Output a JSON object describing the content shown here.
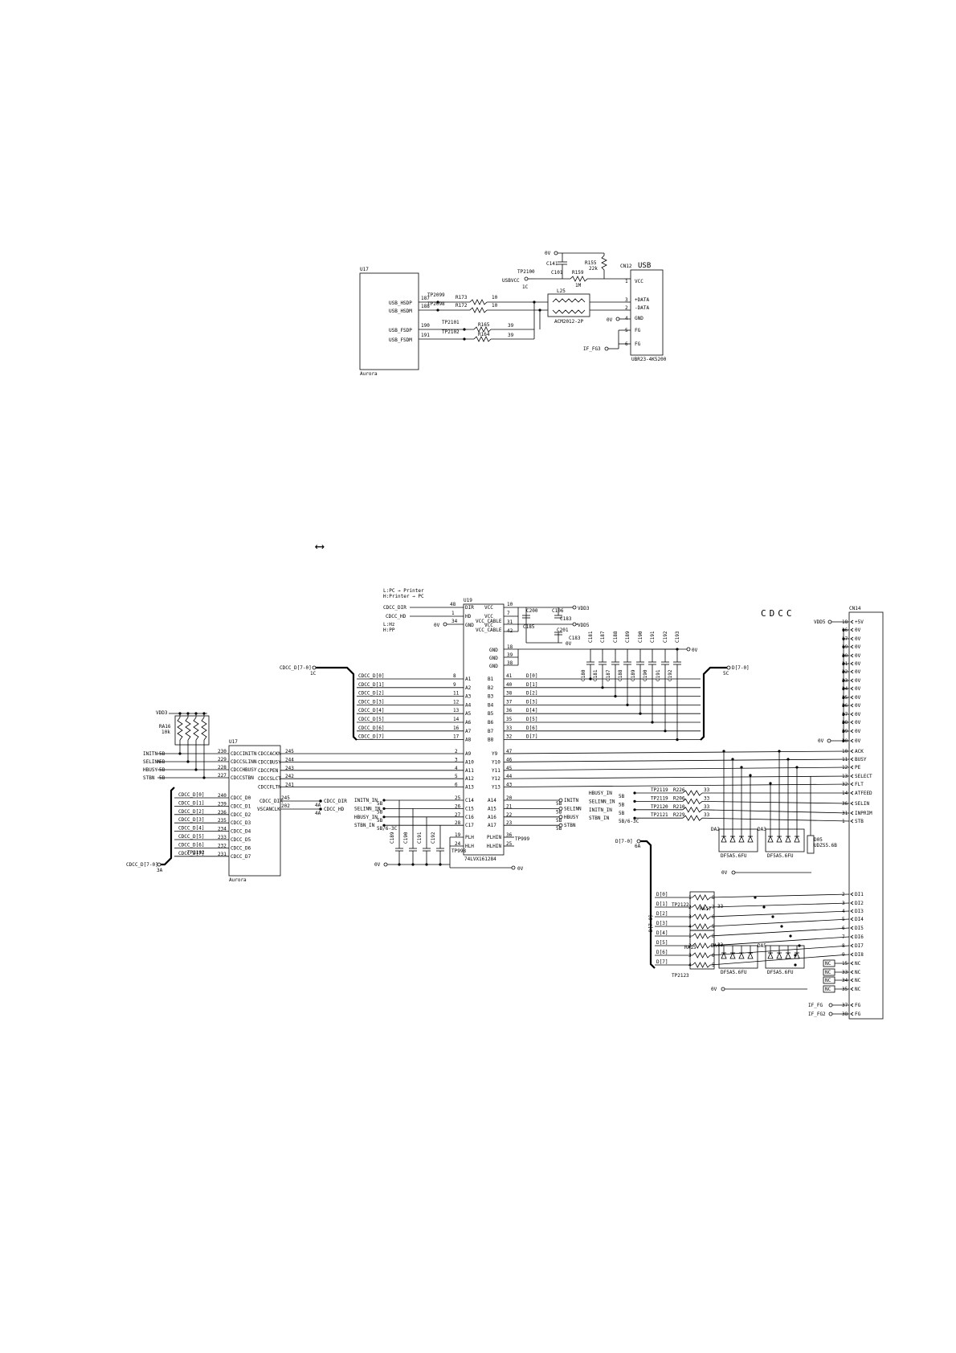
{
  "usb": {
    "ic_ref": "U17",
    "ic_name": "Aurora",
    "conn_ref": "CN12",
    "conn_title": "USB",
    "conn_part": "UBR23-4K5200",
    "ic_pins": [
      {
        "name": "USB_HSDP",
        "num": "187"
      },
      {
        "name": "USB_HSDM",
        "num": "188"
      },
      {
        "name": "USB_FSDP",
        "num": "190"
      },
      {
        "name": "USB_FSDM",
        "num": "191"
      }
    ],
    "conn_pins": [
      {
        "num": "1",
        "name": "VCC"
      },
      {
        "num": "3",
        "name": "+DATA"
      },
      {
        "num": "2",
        "name": "-DATA"
      },
      {
        "num": "4",
        "name": "GND"
      },
      {
        "num": "5",
        "name": "FG"
      },
      {
        "num": "6",
        "name": "FG"
      }
    ],
    "labels": {
      "zero_v": "0V",
      "c141": "C141",
      "c101": "C101",
      "r155": "R155",
      "r155v": "22k",
      "r159": "R159",
      "r159v": "1M",
      "tp2100": "TP2100",
      "usbvcc": "USBVCC",
      "one_c": "1C",
      "tp2099": "TP2099",
      "tp2098": "TP2098",
      "r173": "R173",
      "r172": "R172",
      "ohm10": "10",
      "l25": "L25",
      "acm": "ACM2012-2P",
      "tp2101": "TP2101",
      "tp2102": "TP2102",
      "r165": "R165",
      "r164": "R164",
      "ohm39": "39",
      "zero_v2": "0V",
      "if_fg3": "IF_FG3"
    }
  },
  "arrow_glyph": "⟷",
  "cdcc_title": "CDCC",
  "par": {
    "u19": "U19",
    "u19_part": "74LVX161284",
    "dir_note1": "L:PC → Printer",
    "dir_note2": "H:Printer → PC",
    "hz_note1": "L:Hz",
    "hz_note2": "H:PP",
    "u17": "U17",
    "u17_name": "Aurora",
    "cn14": "CN14",
    "ra16": "RA16",
    "ra16v": "10k",
    "vdd3": "VDD3",
    "vdd5": "VDD5",
    "bus_in": "CDCC_D[7-0]",
    "bus_in_tag": "1C",
    "bus_out": "D[7-0]",
    "bus_out_tag": "5C",
    "bus_in2": "CDCC_D[7-0]",
    "bus_in2_tag": "3A",
    "bus_out2": "D[7-0]",
    "bus_out2_tag": "6A",
    "zero_v": "0V",
    "vcc_cable": "VCC_CABLE",
    "cap_main": [
      "C200",
      "C106",
      "C183",
      "C185",
      "C201",
      "C183"
    ],
    "caps_row": [
      "C180",
      "C181",
      "C187",
      "C188",
      "C189",
      "C190",
      "C191",
      "C192",
      "C193"
    ],
    "u19_a_pins": [
      {
        "sig": "CDCC_D[0]",
        "num": "8",
        "pin": "A1"
      },
      {
        "sig": "CDCC_D[1]",
        "num": "9",
        "pin": "A2"
      },
      {
        "sig": "CDCC_D[2]",
        "num": "11",
        "pin": "A3"
      },
      {
        "sig": "CDCC_D[3]",
        "num": "12",
        "pin": "A4"
      },
      {
        "sig": "CDCC_D[4]",
        "num": "13",
        "pin": "A5"
      },
      {
        "sig": "CDCC_D[5]",
        "num": "14",
        "pin": "A6"
      },
      {
        "sig": "CDCC_D[6]",
        "num": "16",
        "pin": "A7"
      },
      {
        "sig": "CDCC_D[7]",
        "num": "17",
        "pin": "A8"
      }
    ],
    "u19_b_pins": [
      {
        "pin": "B1",
        "num": "41",
        "sig": "D[0]"
      },
      {
        "pin": "B2",
        "num": "40",
        "sig": "D[1]"
      },
      {
        "pin": "B3",
        "num": "38",
        "sig": "D[2]"
      },
      {
        "pin": "B4",
        "num": "37",
        "sig": "D[3]"
      },
      {
        "pin": "B5",
        "num": "36",
        "sig": "D[4]"
      },
      {
        "pin": "B6",
        "num": "35",
        "sig": "D[5]"
      },
      {
        "pin": "B7",
        "num": "33",
        "sig": "D[6]"
      },
      {
        "pin": "B8",
        "num": "32",
        "sig": "D[7]"
      }
    ],
    "u19_top_pins": [
      {
        "sig": "CDCC_DIR",
        "num": "48",
        "pin": "DIR"
      },
      {
        "sig": "CDCC_HD",
        "num": "1",
        "pin": "HD"
      },
      {
        "sig": "",
        "num": "34",
        "pin": "GND"
      }
    ],
    "u19_right_top": [
      {
        "pin": "VCC",
        "num": "10"
      },
      {
        "pin": "VCC",
        "num": "7"
      },
      {
        "pin": "VCC",
        "num": "31"
      },
      {
        "pin": "VCC_CABLE",
        "num": "42"
      },
      {
        "pin": "GND",
        "num": "18"
      },
      {
        "pin": "GND",
        "num": "39"
      },
      {
        "pin": "GND",
        "num": "38"
      }
    ],
    "u19_y_pins": [
      {
        "pin": "Y9",
        "num": "47"
      },
      {
        "pin": "Y10",
        "num": "46"
      },
      {
        "pin": "Y11",
        "num": "45"
      },
      {
        "pin": "Y12",
        "num": "44"
      },
      {
        "pin": "Y13",
        "num": "43"
      }
    ],
    "u19_a9_pins": [
      {
        "num": "2",
        "pin": "A9"
      },
      {
        "num": "3",
        "pin": "A10"
      },
      {
        "num": "4",
        "pin": "A11"
      },
      {
        "num": "5",
        "pin": "A12"
      },
      {
        "num": "6",
        "pin": "A13"
      }
    ],
    "u19_c_pins": [
      {
        "sig": "INITN_IN",
        "tag": "5B",
        "num": "25",
        "pin": "C14"
      },
      {
        "sig": "SELINN_IN",
        "tag": "5B",
        "num": "26",
        "pin": "C15"
      },
      {
        "sig": "HBUSY_IN",
        "tag": "5B",
        "num": "27",
        "pin": "C16"
      },
      {
        "sig": "STBN_IN",
        "tag": "5B/6-3C",
        "num": "28",
        "pin": "C17"
      }
    ],
    "u19_a14_pins": [
      {
        "pin": "A14",
        "num": "20",
        "sig": "INITN",
        "tag": "5B"
      },
      {
        "pin": "A15",
        "num": "21",
        "sig": "SELINN",
        "tag": "5B"
      },
      {
        "pin": "A16",
        "num": "22",
        "sig": "HBUSY",
        "tag": "5B"
      },
      {
        "pin": "A17",
        "num": "23",
        "sig": "STBN",
        "tag": "5B"
      }
    ],
    "u19_bottom": [
      {
        "pin": "PLH",
        "num": "19"
      },
      {
        "pin": "HLH",
        "num": "24"
      },
      {
        "pin": "PLHIN",
        "num": "36"
      },
      {
        "pin": "HLHIN",
        "num": "25"
      }
    ],
    "tp_bottom": [
      "TP999",
      "TP998"
    ],
    "u17_left": [
      {
        "sig": "INITN",
        "tag": "5B",
        "num": "230",
        "pin": "CDCCINITN"
      },
      {
        "sig": "SELINN",
        "tag": "5B",
        "num": "229",
        "pin": "CDCCSLINN"
      },
      {
        "sig": "HBUSY",
        "tag": "5B",
        "num": "228",
        "pin": "CDCCHBUSY"
      },
      {
        "sig": "STBN",
        "tag": "5B",
        "num": "227",
        "pin": "CDCCSTBN"
      }
    ],
    "u17_right": [
      {
        "pin": "CDCCACKN",
        "num": "245"
      },
      {
        "pin": "CDCCBUSY",
        "num": "244"
      },
      {
        "pin": "CDCCPEN",
        "num": "243"
      },
      {
        "pin": "CDCCSLCT",
        "num": "242"
      },
      {
        "pin": "CDCCFLTN",
        "num": "241"
      }
    ],
    "u17_data": [
      {
        "sig": "CDCC_D[0]",
        "num": "240",
        "pin": "CDCC_D0"
      },
      {
        "sig": "CDCC_D[1]",
        "num": "239",
        "pin": "CDCC_D1"
      },
      {
        "sig": "CDCC_D[2]",
        "num": "236",
        "pin": "CDCC_D2"
      },
      {
        "sig": "CDCC_D[3]",
        "num": "235",
        "pin": "CDCC_D3"
      },
      {
        "sig": "CDCC_D[4]",
        "num": "234",
        "pin": "CDCC_D4"
      },
      {
        "sig": "CDCC_D[5]",
        "num": "233",
        "pin": "CDCC_D5"
      },
      {
        "sig": "CDCC_D[6]",
        "num": "232",
        "pin": "CDCC_D6"
      },
      {
        "sig": "CDCC_D[7]",
        "num": "231",
        "pin": "CDCC_D7"
      }
    ],
    "u17_dir": [
      {
        "pin": "CDCC_DIR",
        "num": "245",
        "sig": "CDCC_DIR",
        "tag": "4A"
      },
      {
        "pin": "VSCANCLK",
        "num": "202",
        "sig": "CDCC_HD",
        "tag": "4A"
      }
    ],
    "tp2102": "TP2102",
    "mid_left": [
      {
        "sig": "HBUSY_IN",
        "tag": "5B",
        "tp": "TP2119",
        "r": "R226",
        "v": "33"
      },
      {
        "sig": "SELINN_IN",
        "tag": "5B",
        "tp": "TP2119",
        "r": "R206",
        "v": "33"
      },
      {
        "sig": "INITN_IN",
        "tag": "5B",
        "tp": "TP2120",
        "r": "R210",
        "v": "33"
      },
      {
        "sig": "STBN_IN",
        "tag": "5B/6-3C",
        "tp": "TP2121",
        "r": "R229",
        "v": "33"
      }
    ],
    "da_labels": [
      "DA2",
      "DA3",
      "DA4",
      "DA5"
    ],
    "da_part": "DF5A5.6FU",
    "d05": "D05",
    "d05_part": "UDZS5.6B",
    "ra17": "RA17",
    "ra15": "RA15",
    "tp2122": "TP2122",
    "tp2123": "TP2123",
    "ra_vals": [
      "33",
      "33"
    ],
    "d_list": [
      "D[0]",
      "D[1]",
      "D[2]",
      "D[3]",
      "D[4]",
      "D[5]",
      "D[6]",
      "D[7]"
    ],
    "ra_pins_left": [
      "1",
      "2",
      "3",
      "4",
      "1",
      "2",
      "3",
      "4"
    ],
    "ra_pins_right": [
      "8",
      "7",
      "6",
      "5",
      "8",
      "7",
      "6",
      "5"
    ],
    "bus_vert": "D[7-0]",
    "cn14_pins": [
      {
        "num": "18",
        "name": "+5V"
      },
      {
        "num": "16",
        "name": "0V"
      },
      {
        "num": "17",
        "name": "0V"
      },
      {
        "num": "19",
        "name": "0V"
      },
      {
        "num": "20",
        "name": "0V"
      },
      {
        "num": "21",
        "name": "0V"
      },
      {
        "num": "22",
        "name": "0V"
      },
      {
        "num": "23",
        "name": "0V"
      },
      {
        "num": "24",
        "name": "0V"
      },
      {
        "num": "25",
        "name": "0V"
      },
      {
        "num": "26",
        "name": "0V"
      },
      {
        "num": "27",
        "name": "0V"
      },
      {
        "num": "28",
        "name": "0V"
      },
      {
        "num": "29",
        "name": "0V"
      },
      {
        "num": "30",
        "name": "0V"
      },
      {
        "num": "10",
        "name": "ACK"
      },
      {
        "num": "11",
        "name": "BUSY"
      },
      {
        "num": "12",
        "name": "PE"
      },
      {
        "num": "13",
        "name": "SELECT"
      },
      {
        "num": "32",
        "name": "FLT"
      },
      {
        "num": "14",
        "name": "ATFEED"
      },
      {
        "num": "36",
        "name": "SELIN"
      },
      {
        "num": "31",
        "name": "INPRIM"
      },
      {
        "num": "1",
        "name": "STB"
      },
      {
        "num": "2",
        "name": "DI1"
      },
      {
        "num": "3",
        "name": "DI2"
      },
      {
        "num": "4",
        "name": "DI3"
      },
      {
        "num": "5",
        "name": "DI4"
      },
      {
        "num": "6",
        "name": "DI5"
      },
      {
        "num": "7",
        "name": "DI6"
      },
      {
        "num": "8",
        "name": "DI7"
      },
      {
        "num": "9",
        "name": "DI8"
      },
      {
        "num": "15",
        "name": "NC"
      },
      {
        "num": "33",
        "name": "NC"
      },
      {
        "num": "34",
        "name": "NC"
      },
      {
        "num": "35",
        "name": "NC"
      },
      {
        "num": "37",
        "name": "FG"
      },
      {
        "num": "38",
        "name": "FG"
      }
    ],
    "nc_box": "NC",
    "if_fg": "IF_FG",
    "if_fg2": "IF_FG2"
  }
}
